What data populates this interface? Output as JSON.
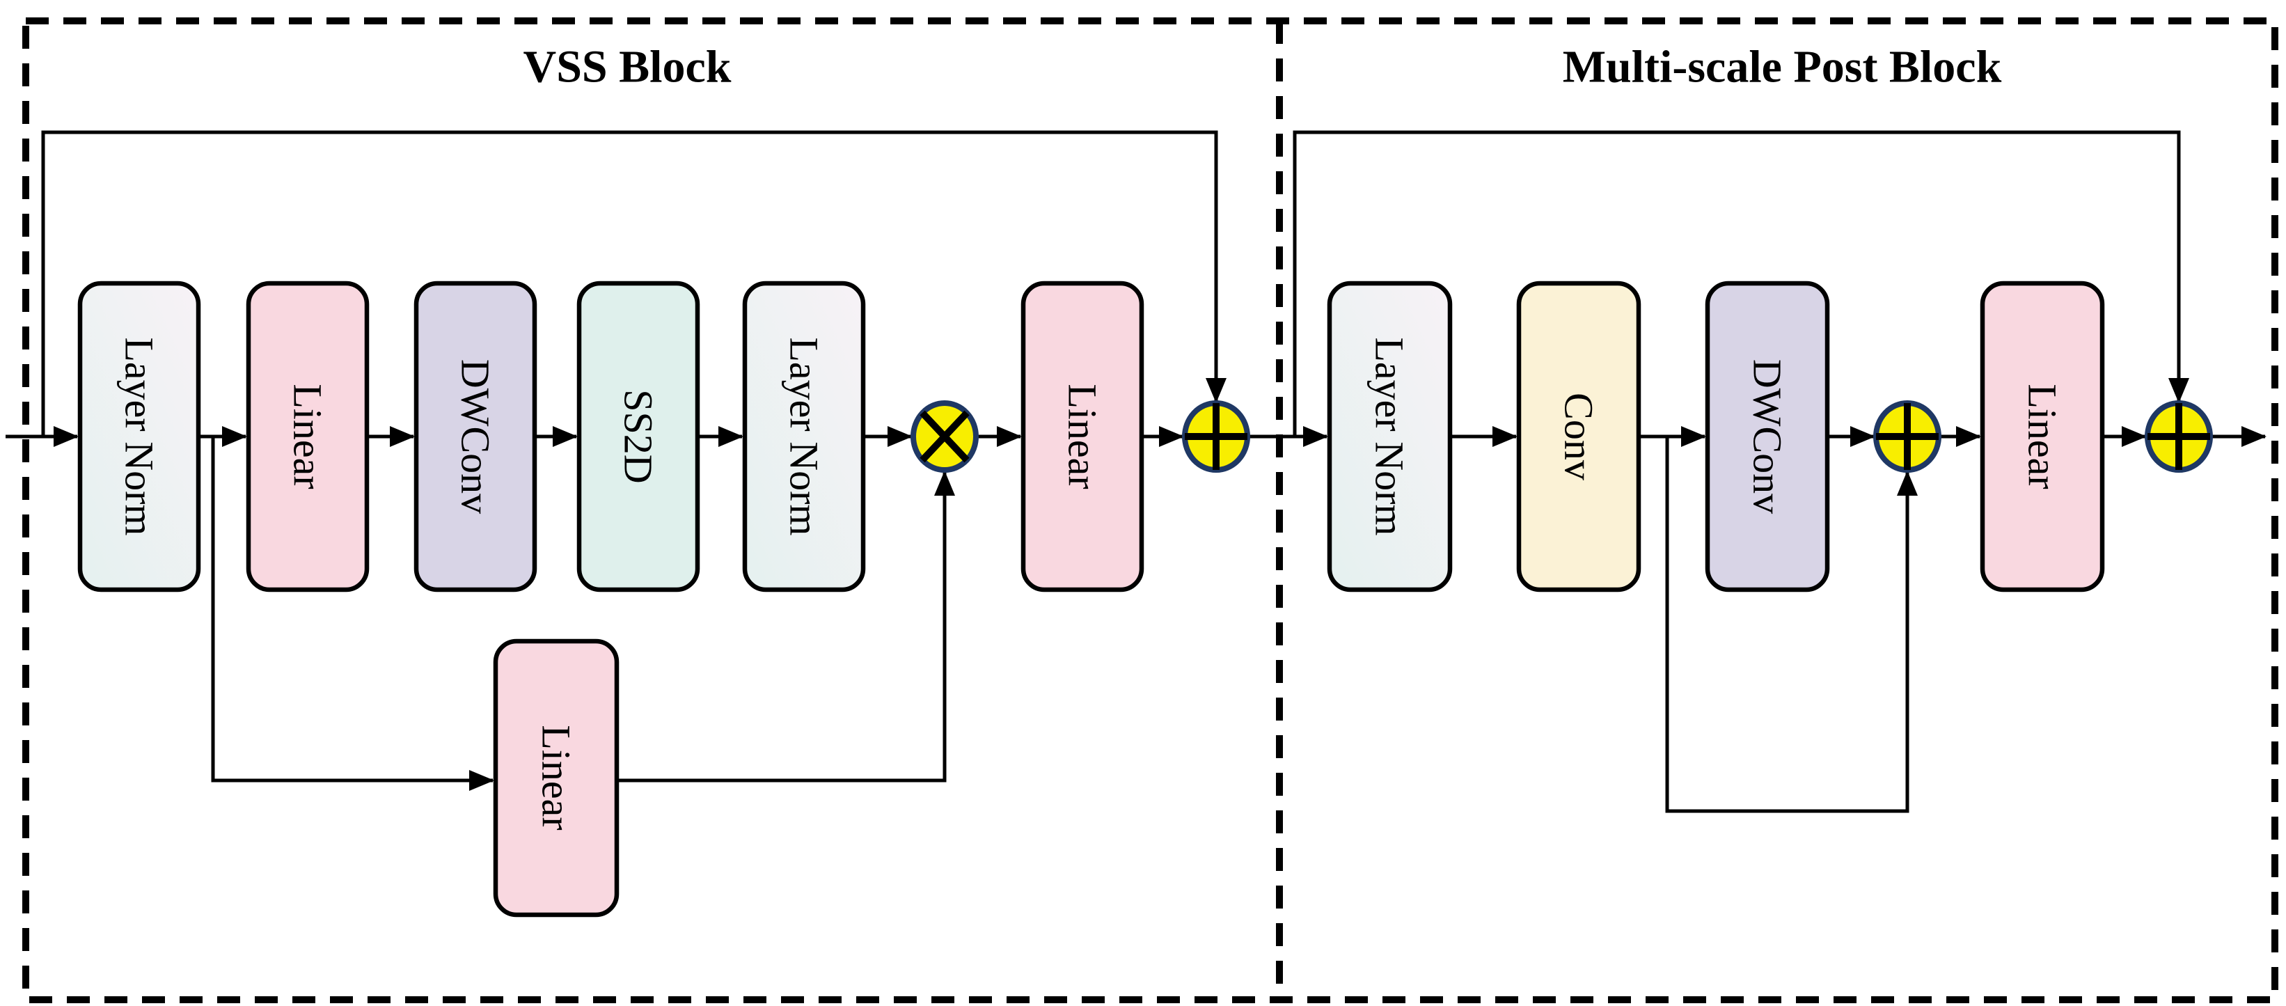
{
  "figure": {
    "kind": "architecture-diagram",
    "blocks": [
      {
        "title": "VSS Block",
        "nodes": [
          {
            "label": "Layer Norm",
            "type": "norm"
          },
          {
            "label": "Linear",
            "type": "linear"
          },
          {
            "label": "DWConv",
            "type": "dwconv"
          },
          {
            "label": "SS2D",
            "type": "ss2d"
          },
          {
            "label": "Layer Norm",
            "type": "norm"
          },
          {
            "label": "Linear",
            "type": "linear"
          },
          {
            "label": "Linear",
            "type": "linear-gate-branch"
          }
        ],
        "ops": [
          {
            "name": "multiply",
            "symbol": "otimes"
          },
          {
            "name": "add",
            "symbol": "oplus"
          }
        ]
      },
      {
        "title": "Multi-scale Post Block",
        "nodes": [
          {
            "label": "Layer Norm",
            "type": "norm"
          },
          {
            "label": "Conv",
            "type": "conv"
          },
          {
            "label": "DWConv",
            "type": "dwconv"
          },
          {
            "label": "Linear",
            "type": "linear"
          }
        ],
        "ops": [
          {
            "name": "add",
            "symbol": "oplus"
          },
          {
            "name": "add",
            "symbol": "oplus"
          }
        ]
      }
    ]
  },
  "colors": {
    "layer_norm_grad_a": "#f7f2f6",
    "layer_norm_grad_b": "#e6f1f0",
    "linear": "#f9d8e0",
    "dwconv": "#d8d4e6",
    "ss2d": "#dff0ec",
    "conv": "#fbf2d6",
    "op_fill": "#f8ee00",
    "op_ring": "#1f3864",
    "line": "#000000"
  }
}
